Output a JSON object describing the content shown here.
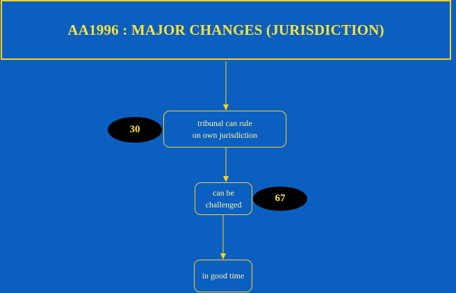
{
  "title": "AA1996 : MAJOR CHANGES (JURISDICTION)",
  "nodes": [
    {
      "text": "tribunal can rule\non own jurisdiction"
    },
    {
      "text": "can be\nchallenged"
    },
    {
      "text": "in good time"
    }
  ],
  "badges": [
    {
      "value": "30"
    },
    {
      "value": "67"
    }
  ],
  "colors": {
    "background": "#0b5fc0",
    "border": "#ffd21a",
    "title_text": "#ffe23a",
    "node_text": "#fff5a0",
    "badge_fill": "#000000"
  }
}
